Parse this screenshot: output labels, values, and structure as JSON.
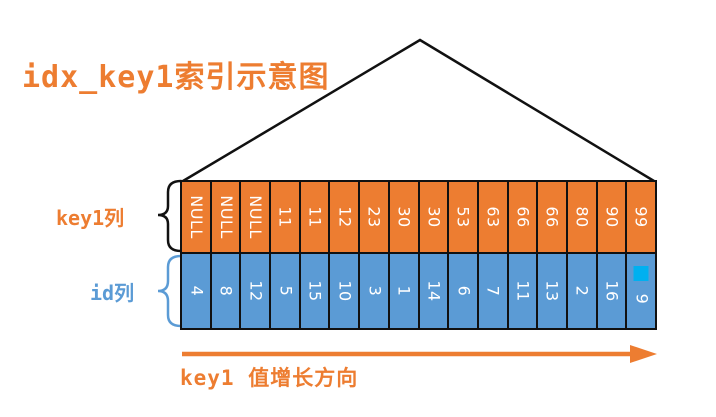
{
  "title": "idx_key1索引示意图",
  "colors": {
    "orange": "#ED7D31",
    "blue": "#5B9BD5",
    "highlight_square": "#00B0F0",
    "line": "#111111",
    "cell_text": "#ffffff"
  },
  "key1_row": {
    "label": "key1列",
    "cells": [
      "NULL",
      "NULL",
      "NULL",
      "11",
      "11",
      "12",
      "23",
      "30",
      "30",
      "53",
      "63",
      "66",
      "66",
      "80",
      "90",
      "99"
    ]
  },
  "id_row": {
    "label": "id列",
    "cells": [
      "4",
      "8",
      "12",
      "5",
      "15",
      "10",
      "3",
      "1",
      "14",
      "6",
      "7",
      "11",
      "13",
      "2",
      "16",
      "9"
    ]
  },
  "arrow": {
    "label": "key1 值增长方向"
  }
}
